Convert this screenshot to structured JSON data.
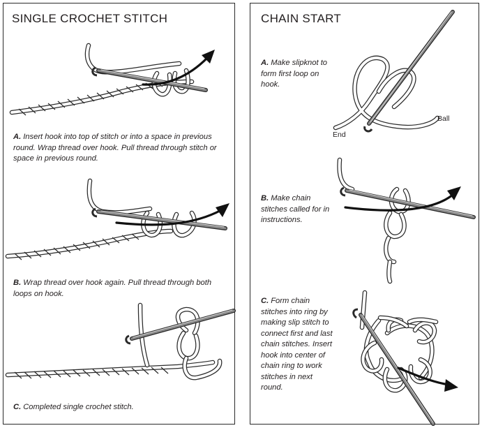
{
  "single_crochet": {
    "title": "SINGLE CROCHET STITCH",
    "step_a": {
      "letter": "A.",
      "text": "Insert hook into top of stitch or into a space in previous round. Wrap thread over hook. Pull thread through stitch or space in previous round."
    },
    "step_b": {
      "letter": "B.",
      "text": "Wrap thread over hook again. Pull thread through both loops on hook."
    },
    "step_c": {
      "letter": "C.",
      "text": "Completed single crochet stitch."
    }
  },
  "chain_start": {
    "title": "CHAIN START",
    "step_a": {
      "letter": "A.",
      "text": "Make slipknot to form first loop on hook.",
      "label_end": "End",
      "label_ball": "Ball"
    },
    "step_b": {
      "letter": "B.",
      "text": "Make chain stitches called for in instructions."
    },
    "step_c": {
      "letter": "C.",
      "text": "Form chain stitches into ring by making slip stitch to connect first and last chain stitches. Insert hook into center of chain ring to work stitches in next round."
    }
  }
}
